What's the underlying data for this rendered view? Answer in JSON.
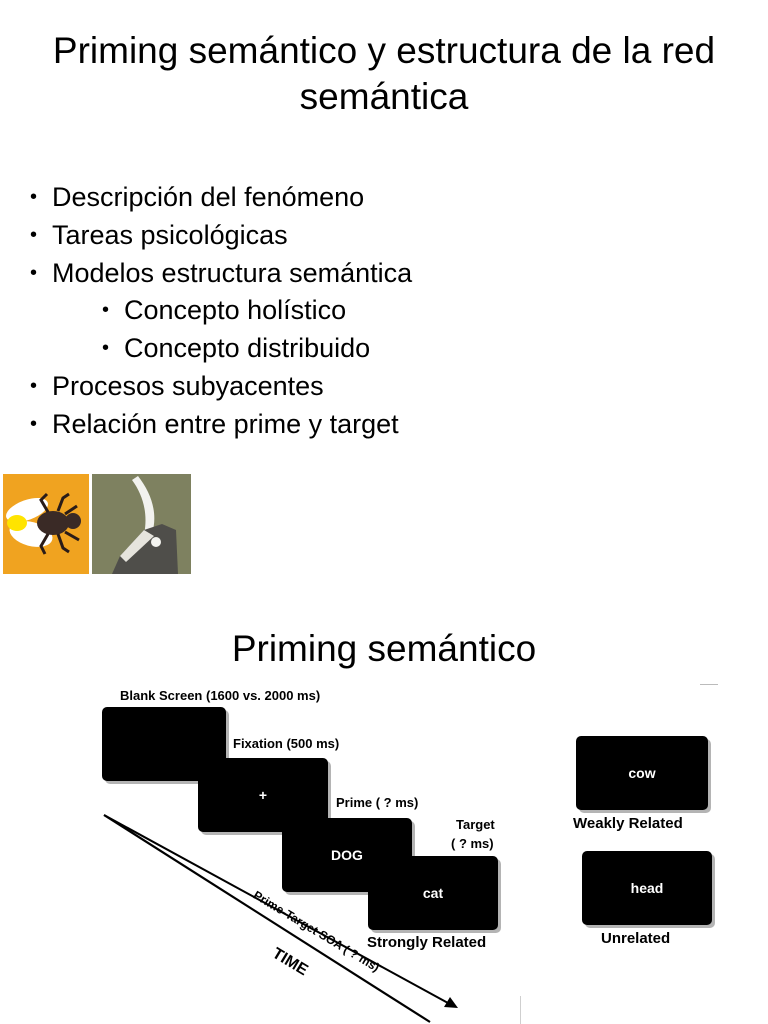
{
  "slide": {
    "title": "Priming semántico y estructura de la red semántica",
    "bullets": [
      {
        "label": "Descripción del fenómeno",
        "level": 1
      },
      {
        "label": "Tareas psicológicas",
        "level": 1
      },
      {
        "label": "Modelos estructura semántica",
        "level": 1
      },
      {
        "label": "Concepto holístico",
        "level": 2
      },
      {
        "label": "Concepto distribuido",
        "level": 2
      },
      {
        "label": "Procesos subyacentes",
        "level": 1
      },
      {
        "label": "Relación entre prime y target",
        "level": 1
      }
    ],
    "bullet_char": "•",
    "images": [
      "fly-image",
      "horn-image"
    ],
    "colors": {
      "fly_bg": "#f0a320",
      "horn_bg": "#7e8160"
    }
  },
  "diagram": {
    "title": "Priming semántico",
    "blank_label": "Blank Screen (1600 vs. 2000 ms)",
    "fixation_label": "Fixation (500 ms)",
    "prime_label": "Prime (   ?   ms)",
    "target_label_1": "Target",
    "target_label_2": "(   ?   ms)",
    "fixation_screen": "+",
    "prime_screen": "DOG",
    "target_screen": "cat",
    "strong_label": "Strongly Related",
    "weak_screen": "cow",
    "weak_label": "Weakly Related",
    "unrelated_screen": "head",
    "unrelated_label": "Unrelated",
    "soa_label": "Prime-Target SOA (   ?  ms)",
    "time_label": "TIME"
  }
}
